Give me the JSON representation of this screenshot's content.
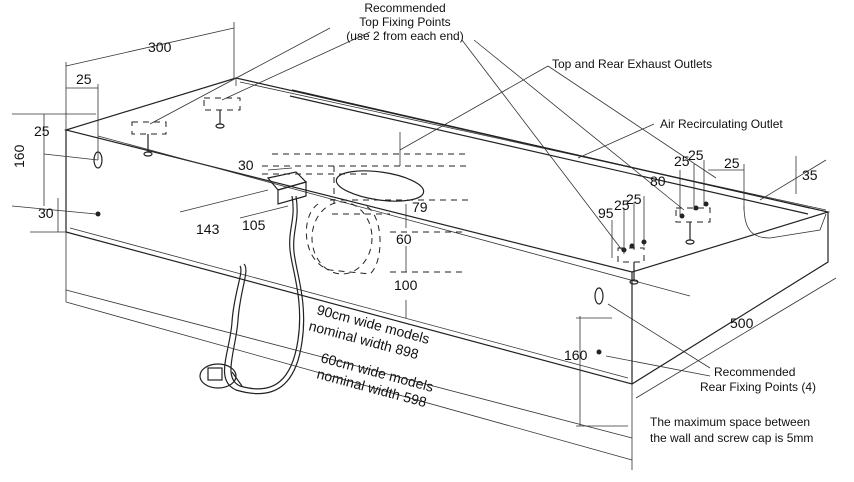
{
  "callouts": {
    "top_fixing": [
      "Recommended",
      "Top Fixing Points",
      "(use 2 from each end)"
    ],
    "exhaust": "Top and Rear Exhaust Outlets",
    "recirc": "Air Recirculating Outlet",
    "rear_fixing": [
      "Recommended",
      "Rear Fixing Points (4)"
    ],
    "note": [
      "The maximum space between",
      "the wall and screw cap is 5mm"
    ]
  },
  "widths": {
    "w90": [
      "90cm wide models",
      "nominal width 898"
    ],
    "w60": [
      "60cm wide models",
      "nominal width 598"
    ]
  },
  "dims": {
    "d300": "300",
    "d25a": "25",
    "d25b": "25",
    "d160a": "160",
    "d30a": "30",
    "d30b": "30",
    "d143": "143",
    "d105": "105",
    "d79": "79",
    "d60": "60",
    "d100": "100",
    "d95": "95",
    "d25c": "25",
    "d25d": "25",
    "d80": "80",
    "d25e": "25",
    "d25f": "25",
    "d25g": "25",
    "d35": "35",
    "d500": "500",
    "d160b": "160"
  }
}
